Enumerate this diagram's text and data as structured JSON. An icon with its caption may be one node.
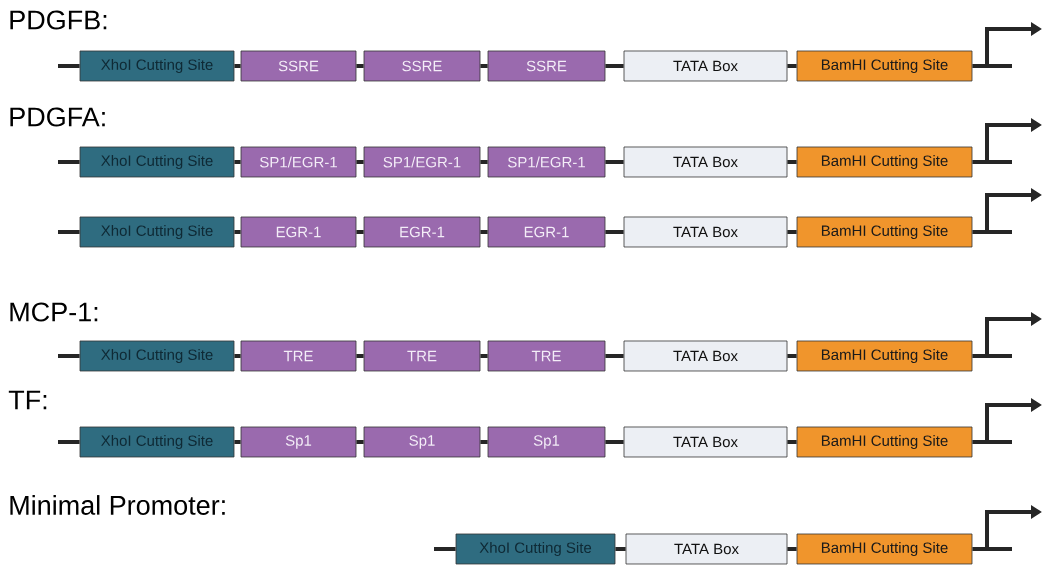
{
  "diagram": {
    "nodes": [
      {
        "text": [
          "XhoI Cutting Site"
        ]
      },
      {
        "text": [
          "SSRE"
        ]
      },
      {
        "text": [
          "SSRE"
        ]
      },
      {
        "text": [
          "SSRE"
        ]
      },
      {
        "text": [
          "TATA Box"
        ]
      },
      {
        "text": [
          "BamHI Cutting Site"
        ]
      },
      {
        "text": [
          "XhoI Cutting Site"
        ]
      },
      {
        "text": [
          "SP1/EGR-1"
        ]
      },
      {
        "text": [
          "SP1/EGR-1"
        ]
      },
      {
        "text": [
          "SP1/EGR-1"
        ]
      },
      {
        "text": [
          "TATA Box"
        ]
      },
      {
        "text": [
          "BamHI Cutting Site"
        ]
      },
      {
        "text": [
          "XhoI Cutting Site"
        ]
      },
      {
        "text": [
          "EGR-1"
        ]
      },
      {
        "text": [
          "EGR-1"
        ]
      },
      {
        "text": [
          "EGR-1"
        ]
      },
      {
        "text": [
          "TATA Box"
        ]
      },
      {
        "text": [
          "BamHI Cutting Site"
        ]
      },
      {
        "text": [
          "XhoI Cutting Site"
        ]
      },
      {
        "text": [
          "TRE"
        ]
      },
      {
        "text": [
          "TRE"
        ]
      },
      {
        "text": [
          "TRE"
        ]
      },
      {
        "text": [
          "TATA Box"
        ]
      },
      {
        "text": [
          "BamHI Cutting Site"
        ]
      },
      {
        "text": [
          "XhoI Cutting Site"
        ]
      },
      {
        "text": [
          "Sp1"
        ]
      },
      {
        "text": [
          "Sp1"
        ]
      },
      {
        "text": [
          "Sp1"
        ]
      },
      {
        "text": [
          "TATA Box"
        ]
      },
      {
        "text": [
          "BamHI Cutting Site"
        ]
      },
      {
        "text": [
          "XhoI Cutting Site"
        ]
      },
      {
        "text": [
          "TATA Box"
        ]
      },
      {
        "text": [
          "BamHI Cutting Site"
        ]
      }
    ],
    "edges": [
      {
        "from": null,
        "to": 0,
        "arrow": "none"
      },
      {
        "from": 0,
        "to": 1,
        "arrow": "none"
      },
      {
        "from": 1,
        "to": 2,
        "arrow": "none"
      },
      {
        "from": 2,
        "to": 3,
        "arrow": "none"
      },
      {
        "from": 3,
        "to": 4,
        "arrow": "none"
      },
      {
        "from": 4,
        "to": 5,
        "arrow": "none"
      },
      {
        "from": 5,
        "to": null,
        "arrow": "to"
      },
      {
        "from": null,
        "to": 6,
        "arrow": "none"
      },
      {
        "from": 6,
        "to": 7,
        "arrow": "none"
      },
      {
        "from": 7,
        "to": 8,
        "arrow": "none"
      },
      {
        "from": 8,
        "to": 9,
        "arrow": "none"
      },
      {
        "from": 9,
        "to": 10,
        "arrow": "none"
      },
      {
        "from": 10,
        "to": 11,
        "arrow": "none"
      },
      {
        "from": 11,
        "to": null,
        "arrow": "to"
      },
      {
        "from": null,
        "to": 12,
        "arrow": "none"
      },
      {
        "from": 12,
        "to": 13,
        "arrow": "none"
      },
      {
        "from": 13,
        "to": 14,
        "arrow": "none"
      },
      {
        "from": 14,
        "to": 15,
        "arrow": "none"
      },
      {
        "from": 15,
        "to": 16,
        "arrow": "none"
      },
      {
        "from": 16,
        "to": 17,
        "arrow": "none"
      },
      {
        "from": 17,
        "to": null,
        "arrow": "to"
      },
      {
        "from": null,
        "to": 18,
        "arrow": "none"
      },
      {
        "from": 18,
        "to": 19,
        "arrow": "none"
      },
      {
        "from": 19,
        "to": 20,
        "arrow": "none"
      },
      {
        "from": 20,
        "to": 21,
        "arrow": "none"
      },
      {
        "from": 21,
        "to": 22,
        "arrow": "none"
      },
      {
        "from": 22,
        "to": 23,
        "arrow": "none"
      },
      {
        "from": 23,
        "to": null,
        "arrow": "to"
      },
      {
        "from": null,
        "to": 24,
        "arrow": "none"
      },
      {
        "from": 24,
        "to": 25,
        "arrow": "none"
      },
      {
        "from": 25,
        "to": 26,
        "arrow": "none"
      },
      {
        "from": 26,
        "to": 27,
        "arrow": "none"
      },
      {
        "from": 27,
        "to": 28,
        "arrow": "none"
      },
      {
        "from": 28,
        "to": 29,
        "arrow": "none"
      },
      {
        "from": 29,
        "to": null,
        "arrow": "to"
      },
      {
        "from": null,
        "to": 30,
        "arrow": "none"
      },
      {
        "from": 30,
        "to": 31,
        "arrow": "none"
      },
      {
        "from": 31,
        "to": 32,
        "arrow": "none"
      },
      {
        "from": 32,
        "to": null,
        "arrow": "to"
      }
    ],
    "labels": [
      "PDGFB:",
      "PDGFA:",
      "MCP-1:",
      "TF:",
      "Minimal Promoter:"
    ]
  }
}
